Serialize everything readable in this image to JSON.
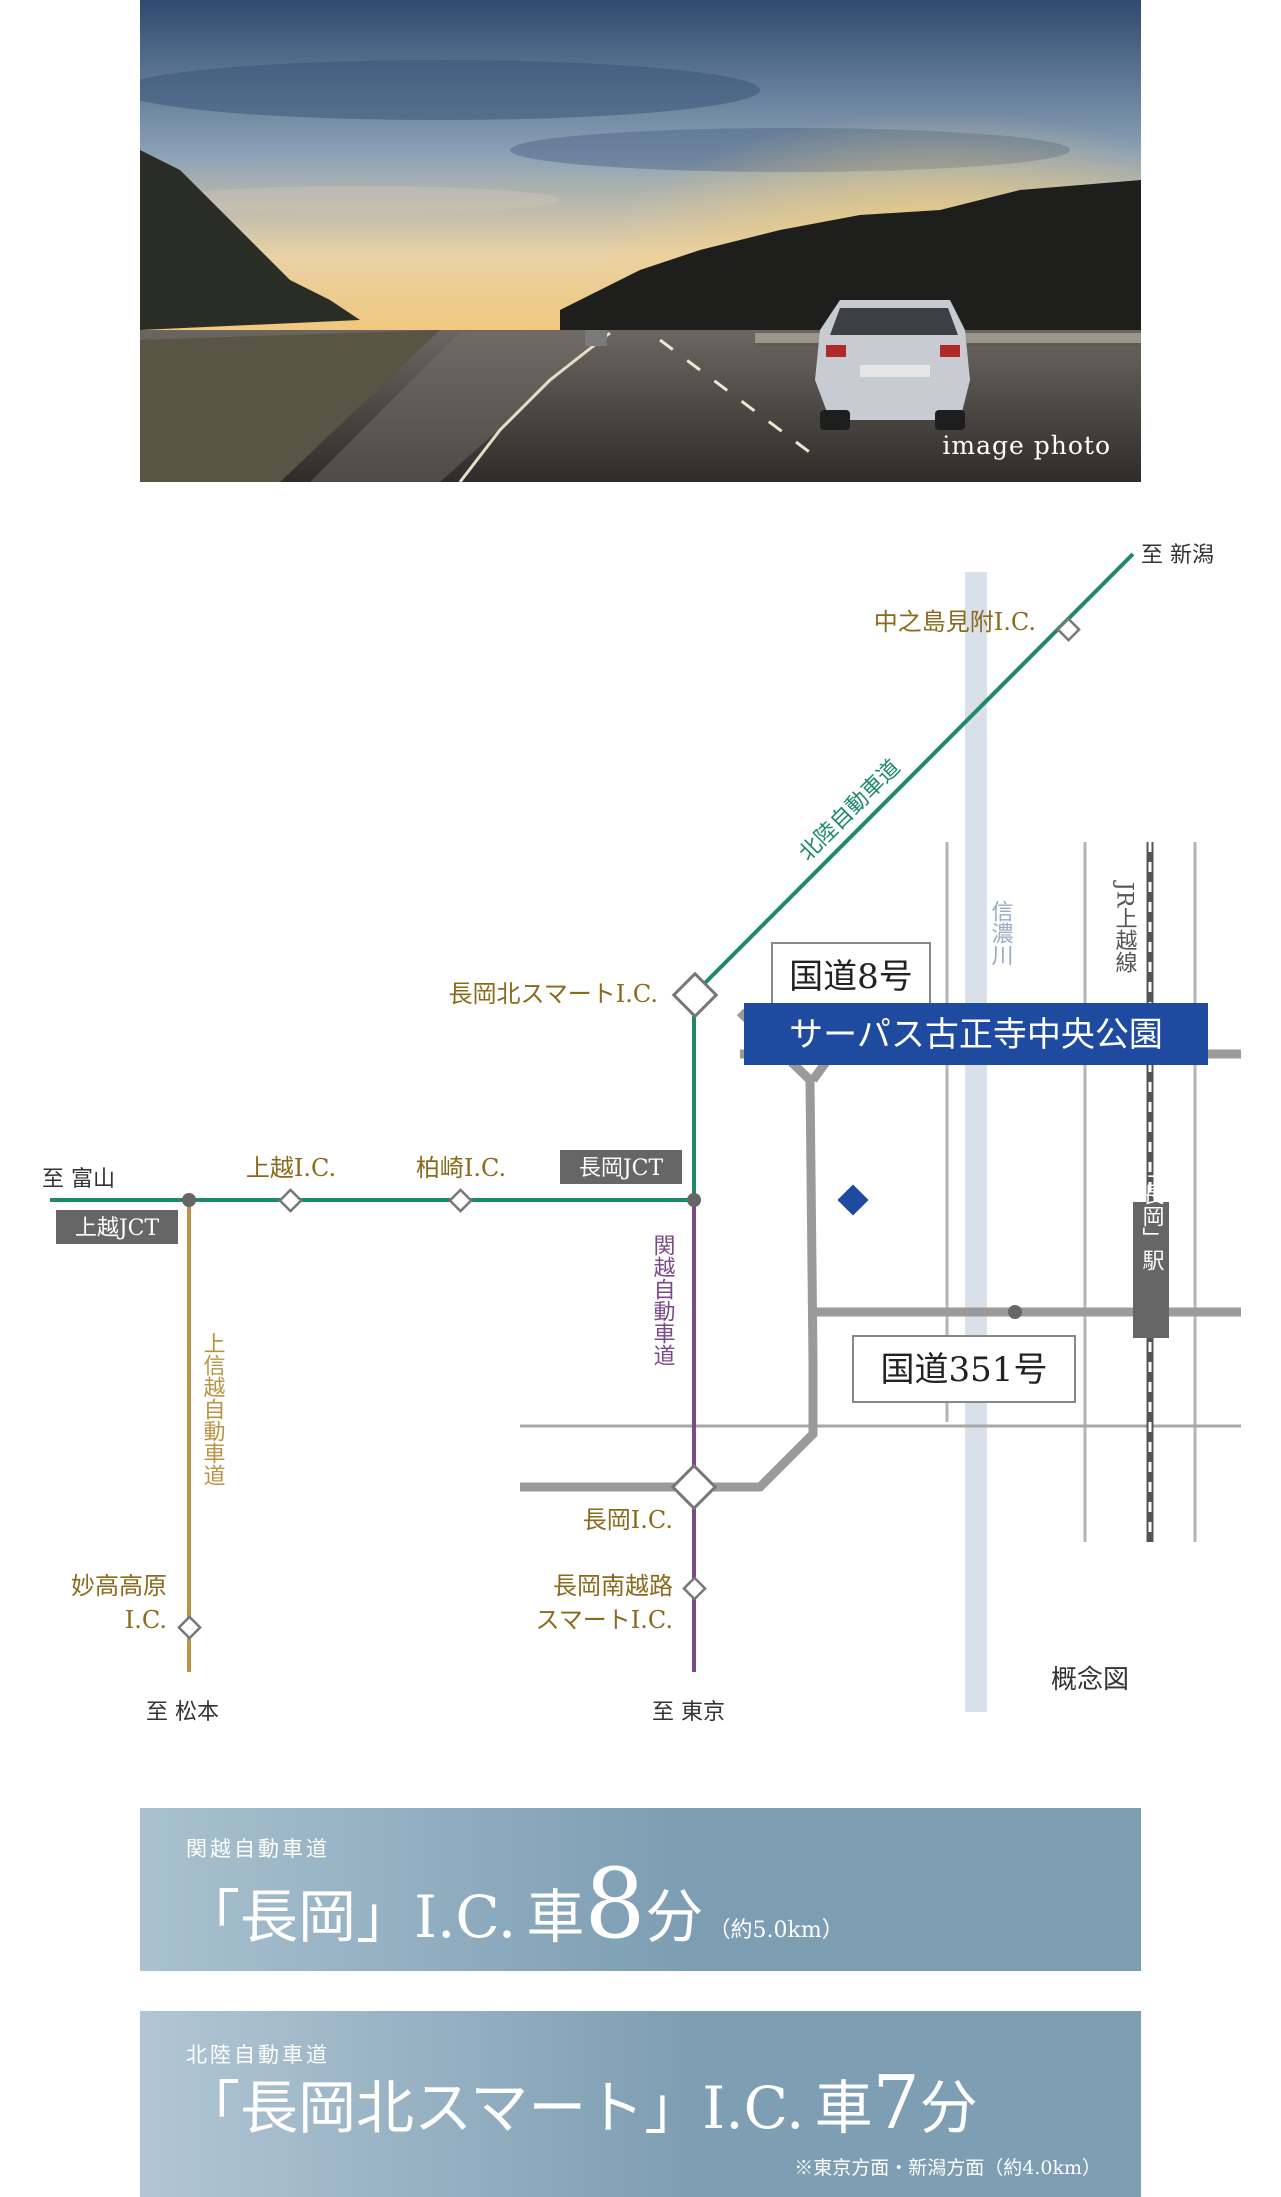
{
  "photo": {
    "caption": "image photo"
  },
  "map": {
    "routes": {
      "hokuriku": "北陸自動車道",
      "kanetsu": "関越自動車道",
      "joshinetsu": "上信越自動車道",
      "river": "信濃川",
      "jr_line": "JR上越線"
    },
    "destinations": {
      "niigata": "至 新潟",
      "toyama": "至 富山",
      "matsumoto": "至 松本",
      "tokyo": "至 東京"
    },
    "interchanges": {
      "nakanoshima": "中之島見附I.C.",
      "nagaoka_kita": "長岡北スマートI.C.",
      "joetsu_ic": "上越I.C.",
      "kashiwazaki": "柏崎I.C.",
      "nagaoka_jct": "長岡JCT",
      "joetsu_jct": "上越JCT",
      "nagaoka_ic": "長岡I.C.",
      "nagaoka_minami_1": "長岡南越路",
      "nagaoka_minami_2": "スマートI.C.",
      "myoko_1": "妙高高原",
      "myoko_2": "I.C."
    },
    "national_roads": {
      "route8": "国道8号",
      "route351": "国道351号"
    },
    "property": "サーパス古正寺中央公園",
    "station": "「長岡」駅",
    "diagram_note": "概念図",
    "colors": {
      "hokuriku": "#1f8a6a",
      "kanetsu": "#7b4a8a",
      "joshinetsu": "#b99445",
      "road": "#9a9a9a",
      "river": "#d9e0ea",
      "property": "#1e4aa0",
      "label_gold": "#8a6a1c"
    }
  },
  "access": [
    {
      "route": "関越自動車道",
      "open_q": "「",
      "name": "長岡",
      "close_q": "」",
      "ic": "I.C.",
      "by_car": "車",
      "minutes": "8",
      "unit": "分",
      "note": "（約5.0km）"
    },
    {
      "route": "北陸自動車道",
      "open_q": "「",
      "name": "長岡北スマート",
      "close_q": "」",
      "ic": "I.C.",
      "by_car": "車",
      "minutes": "7",
      "unit": "分",
      "note": "※東京方面・新潟方面（約4.0km）"
    }
  ]
}
